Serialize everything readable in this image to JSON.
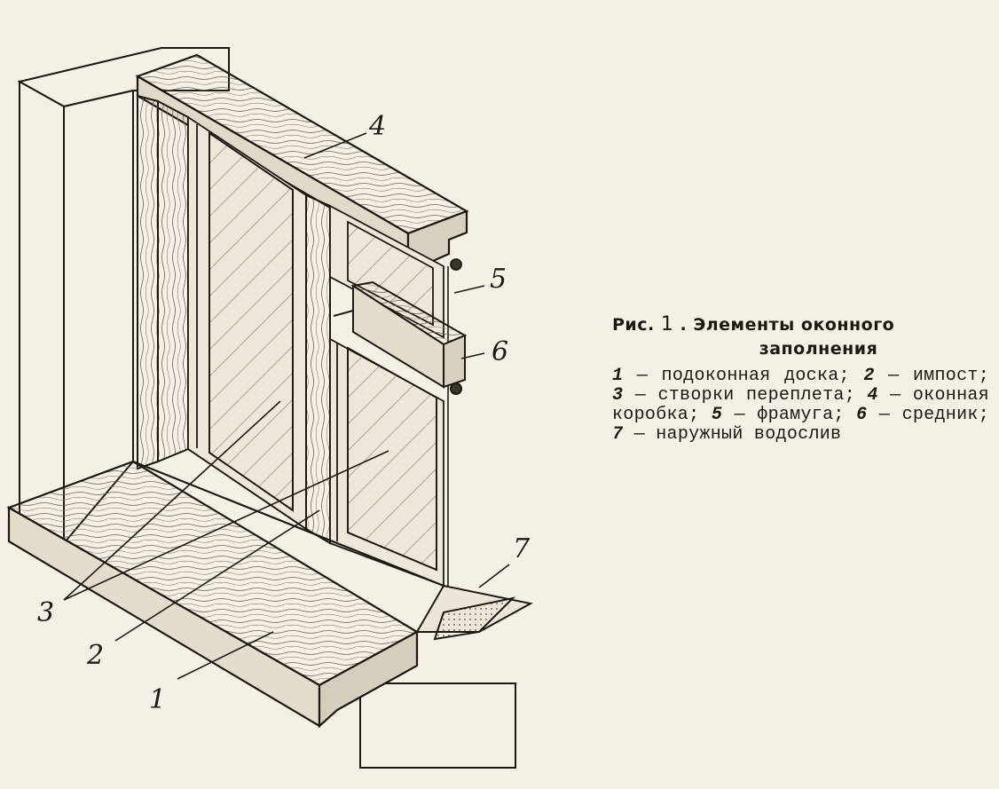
{
  "figure": {
    "title_prefix": "Рис.",
    "title_number": "1",
    "title_sep": ".",
    "title_line1": "Элементы оконного",
    "title_line2": "заполнения",
    "legend": [
      {
        "num": "1",
        "text": "подоконная доска"
      },
      {
        "num": "2",
        "text": "импост"
      },
      {
        "num": "3",
        "text": "створки переплета"
      },
      {
        "num": "4",
        "text": "оконная коробка"
      },
      {
        "num": "5",
        "text": "фрамуга"
      },
      {
        "num": "6",
        "text": "средник"
      },
      {
        "num": "7",
        "text": "наружный водослив"
      }
    ]
  },
  "callouts": {
    "c1": "1",
    "c2": "2",
    "c3": "3",
    "c4": "4",
    "c5": "5",
    "c6": "6",
    "c7": "7"
  }
}
